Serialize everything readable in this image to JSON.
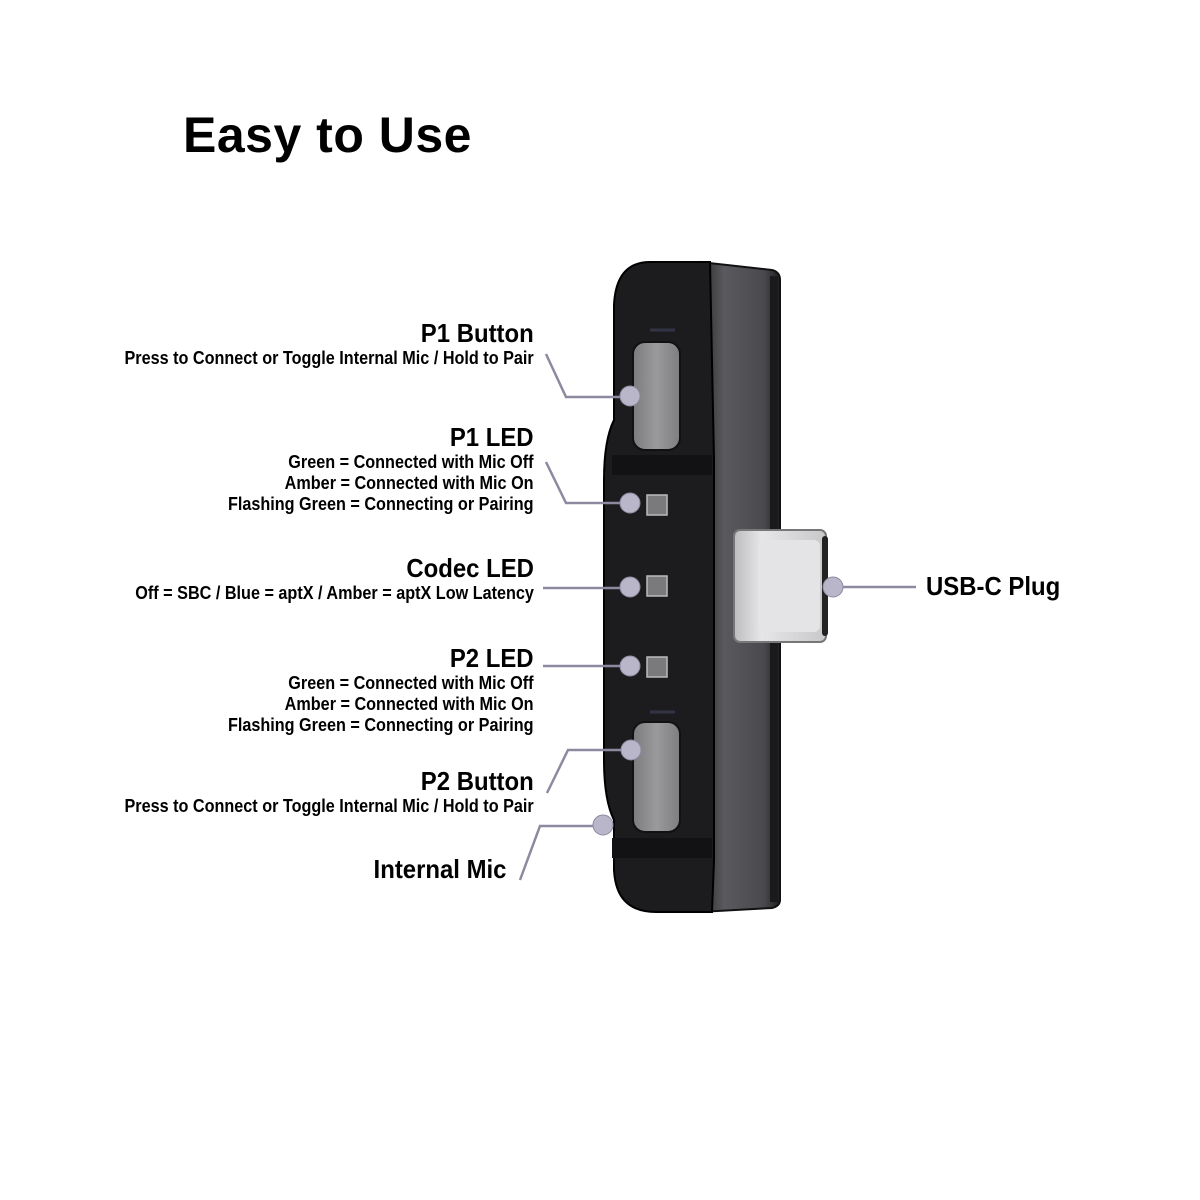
{
  "title": "Easy to Use",
  "labels": {
    "p1_button": {
      "heading": "P1 Button",
      "lines": [
        "Press to Connect or Toggle Internal Mic / Hold to Pair"
      ]
    },
    "p1_led": {
      "heading": "P1 LED",
      "lines": [
        "Green = Connected with Mic Off",
        "Amber = Connected with Mic On",
        "Flashing Green = Connecting or Pairing"
      ]
    },
    "codec_led": {
      "heading": "Codec LED",
      "lines": [
        "Off = SBC / Blue = aptX / Amber = aptX Low Latency"
      ]
    },
    "p2_led": {
      "heading": "P2 LED",
      "lines": [
        "Green = Connected with Mic Off",
        "Amber = Connected with Mic On",
        "Flashing Green = Connecting or Pairing"
      ]
    },
    "p2_button": {
      "heading": "P2 Button",
      "lines": [
        "Press to Connect or Toggle Internal Mic / Hold to Pair"
      ]
    },
    "internal_mic": {
      "heading": "Internal Mic"
    },
    "usb_c_plug": {
      "heading": "USB-C Plug"
    }
  },
  "colors": {
    "device_body": "#1c1c1e",
    "device_side": "#4a4a4e",
    "button": "#8a8a8c",
    "led": "#7a7a7c",
    "callout_dot": "#b8b6c8",
    "callout_line": "#8c8aa0",
    "plug": "#d6d6d8"
  }
}
